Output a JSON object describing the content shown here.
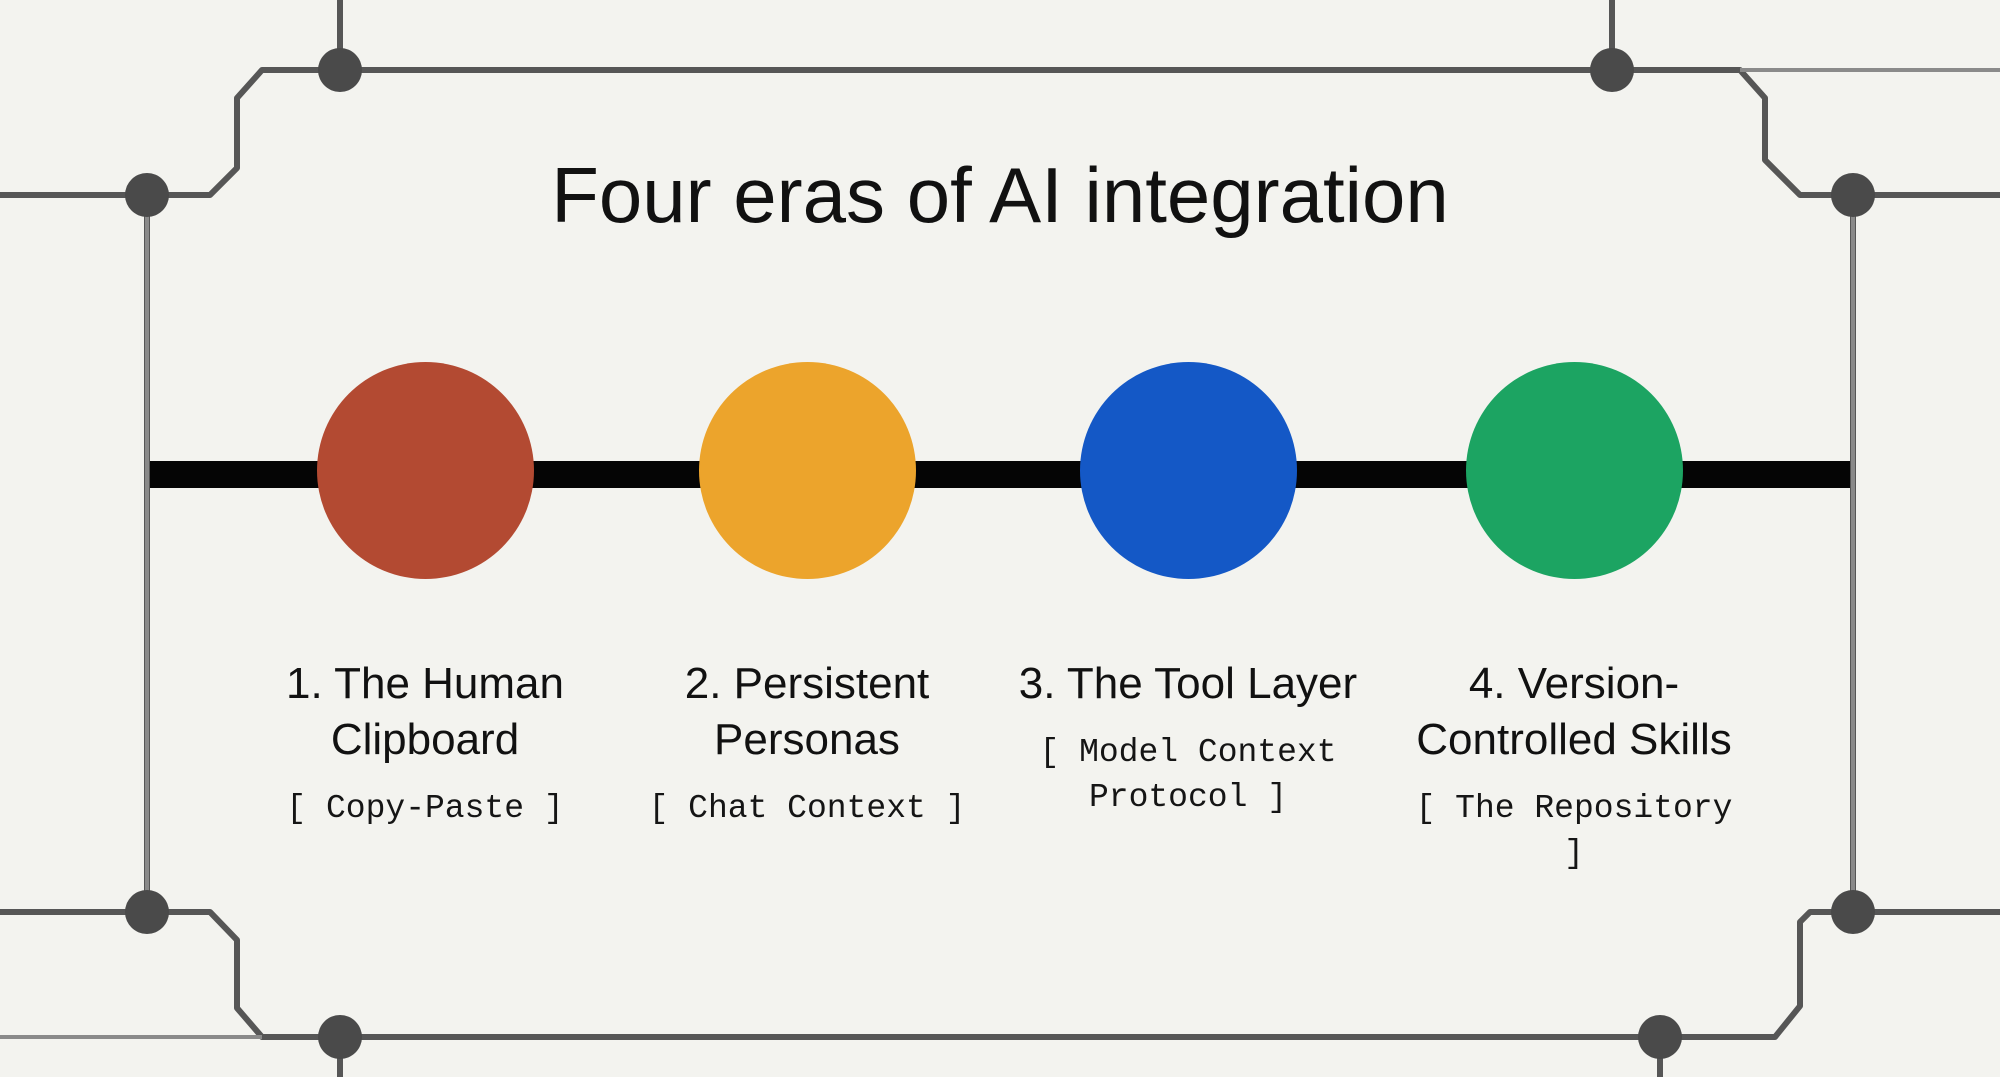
{
  "title": "Four eras of AI integration",
  "colors": {
    "background": "#f3f3ef",
    "circuit_line": "#555555",
    "circuit_node": "#4a4a4a",
    "timeline": "#050505"
  },
  "eras": [
    {
      "label": "1. The Human Clipboard",
      "subtitle": "[ Copy-Paste ]",
      "color": "#b34a32"
    },
    {
      "label": "2. Persistent Personas",
      "subtitle": "[ Chat Context ]",
      "color": "#eca42c"
    },
    {
      "label": "3. The Tool Layer",
      "subtitle": "[ Model Context Protocol ]",
      "color": "#1458c6"
    },
    {
      "label": "4. Version-Controlled Skills",
      "subtitle": "[ The Repository ]",
      "color": "#1ca462"
    }
  ]
}
